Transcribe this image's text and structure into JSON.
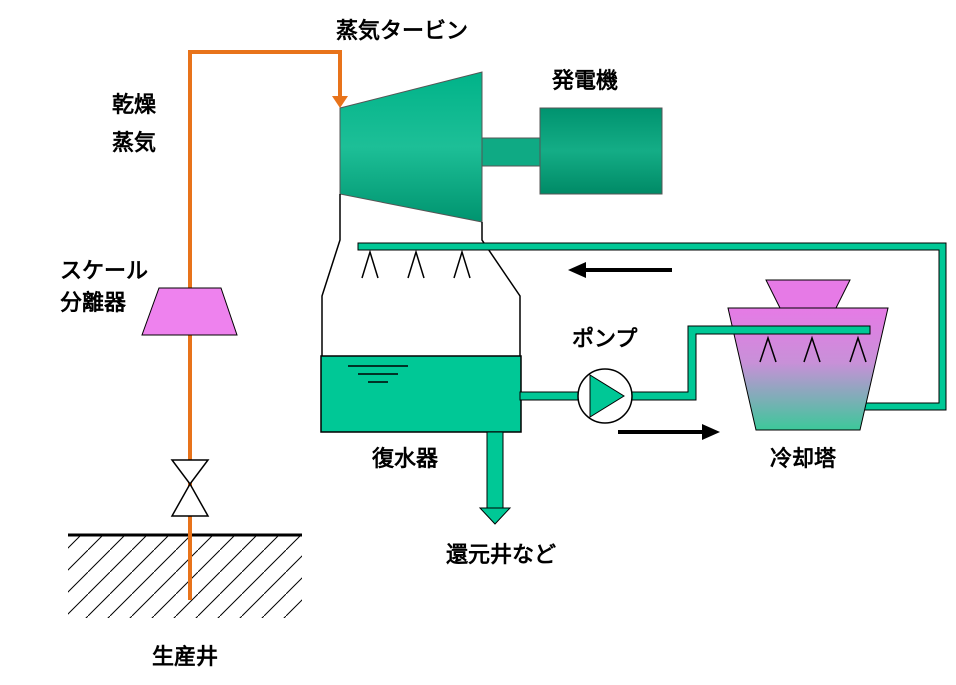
{
  "labels": {
    "steam_turbine": "蒸気タービン",
    "generator": "発電機",
    "dry_steam_line1": "乾燥",
    "dry_steam_line2": "蒸気",
    "scale_separator_line1": "スケール",
    "scale_separator_line2": "分離器",
    "pump": "ポンプ",
    "condenser": "復水器",
    "cooling_tower": "冷却塔",
    "reinjection": "還元井など",
    "production_well": "生産井"
  },
  "colors": {
    "steam_pipe": "#E8731A",
    "equipment": "#00A07A",
    "equipment_light": "#00C896",
    "water_pipe": "#20B890",
    "separator": "#EE82EE",
    "tower_top": "#E67AE6",
    "tower_bottom": "#4FC6A0",
    "outline": "#000000"
  }
}
